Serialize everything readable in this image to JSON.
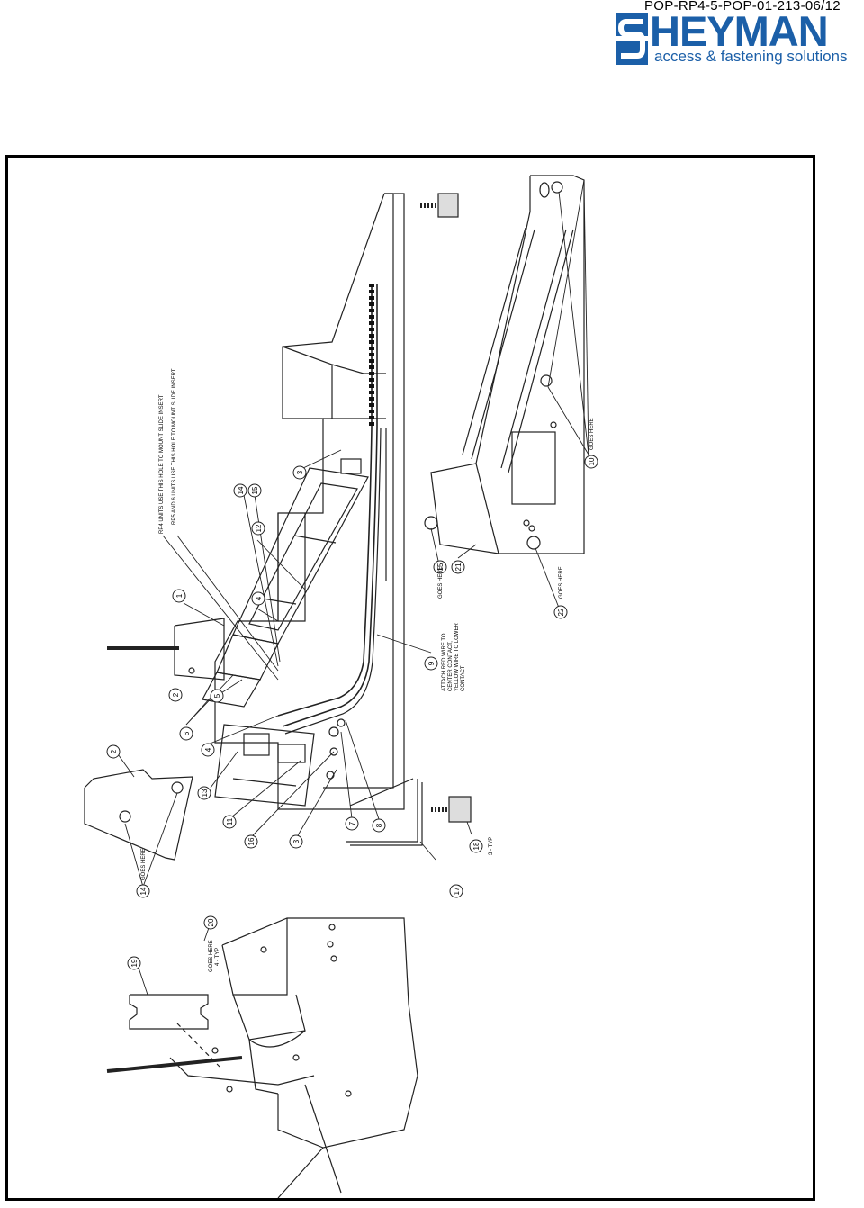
{
  "header": {
    "doc_id": "POP-RP4-5-POP-01-213-06/12",
    "brand": "HEYMAN",
    "tagline": "access & fastening solutions",
    "brand_color": "#1b5fa8"
  },
  "drawing": {
    "notes": {
      "rp4_hole": "RP4 UNITS USE THIS HOLE TO MOUNT SLIDE INSERT",
      "rp5_hole": "RP5 AND 6 UNITS USE THIS HOLE TO MOUNT SLIDE INSERT",
      "goes_here": "GOES HERE",
      "goes_here_4typ_a": "GOES HERE",
      "goes_here_4typ_b": "4 - TYP",
      "typ3": "3 - TYP",
      "wire_1": "ATTACH RED WIRE TO",
      "wire_2": "CENTER CONTACT,",
      "wire_3": "YELLOW WIRE TO LOWER",
      "wire_4": "CONTACT"
    },
    "callouts": {
      "c1": "1",
      "c2a": "2",
      "c2b": "2",
      "c3a": "3",
      "c3b": "3",
      "c4a": "4",
      "c4b": "4",
      "c5": "5",
      "c6": "6",
      "c7": "7",
      "c8": "8",
      "c9": "9",
      "c10": "10",
      "c11": "11",
      "c12": "12",
      "c13": "13",
      "c14a": "14",
      "c14b": "14",
      "c15a": "15",
      "c15b": "15",
      "c16": "16",
      "c17": "17",
      "c18": "18",
      "c19": "19",
      "c20": "20",
      "c21": "21",
      "c22": "22"
    }
  }
}
